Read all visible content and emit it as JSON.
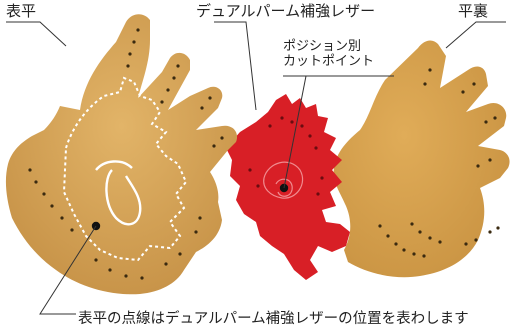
{
  "labels": {
    "front": "表平",
    "dual_palm": "デュアルパーム補強レザー",
    "position_line1": "ポジション別",
    "position_line2": "カットポイント",
    "back": "平裏"
  },
  "caption": "表平の点線はデュアルパーム補強レザーの位置を表わします",
  "colors": {
    "leather": "#d7a556",
    "leather_dark": "#c08c3f",
    "red": "#d81f26",
    "line": "#333333"
  }
}
